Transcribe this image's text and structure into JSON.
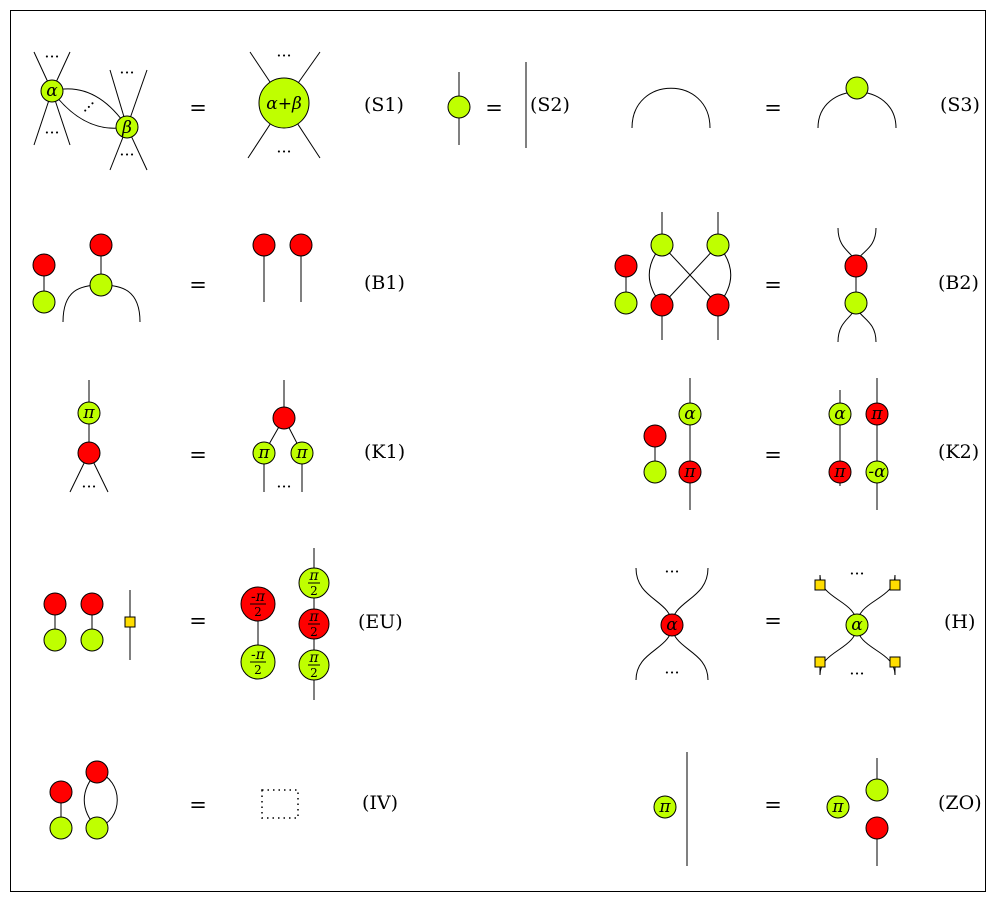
{
  "colors": {
    "green": "#bfff00",
    "red": "#ff0000",
    "yellow": "#ffdd00",
    "stroke": "#000000"
  },
  "equals_sign": "=",
  "dots": "···",
  "rules": {
    "s1": {
      "label": "(S1)",
      "alpha": "α",
      "beta": "β",
      "sum": "α+β"
    },
    "s2": {
      "label": "(S2)"
    },
    "s3": {
      "label": "(S3)"
    },
    "b1": {
      "label": "(B1)"
    },
    "b2": {
      "label": "(B2)"
    },
    "k1": {
      "label": "(K1)",
      "pi": "π"
    },
    "k2": {
      "label": "(K2)",
      "alpha": "α",
      "pi": "π",
      "neg_alpha": "-α"
    },
    "eu": {
      "label": "(EU)",
      "neg_pi": "-π",
      "pi": "π",
      "two": "2"
    },
    "h": {
      "label": "(H)",
      "alpha": "α"
    },
    "iv": {
      "label": "(IV)"
    },
    "zo": {
      "label": "(ZO)",
      "pi": "π"
    }
  }
}
